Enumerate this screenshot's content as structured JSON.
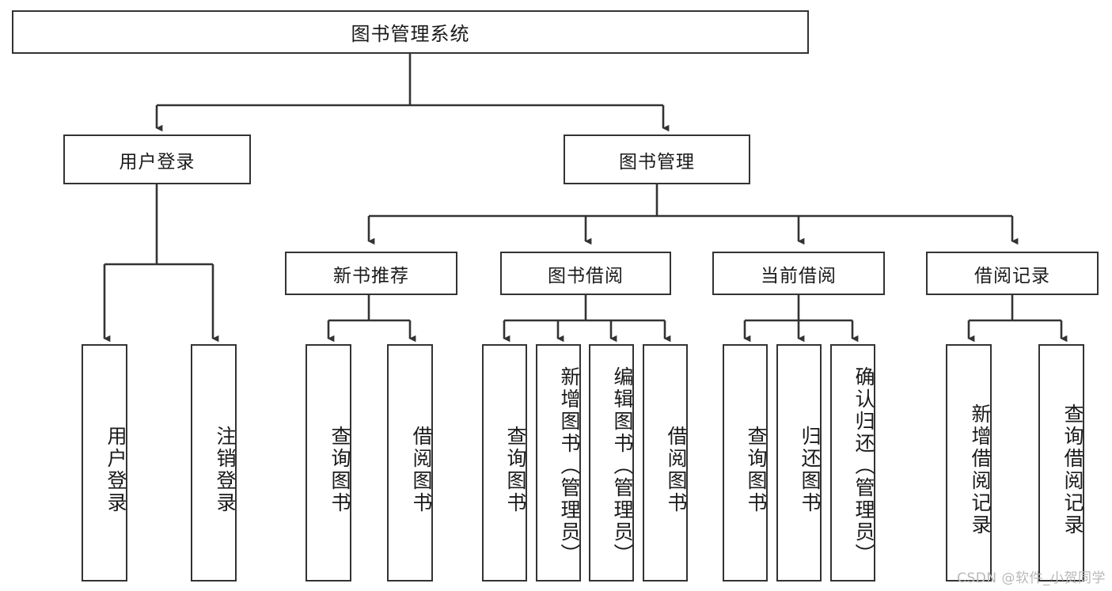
{
  "diagram": {
    "title": "图书管理系统",
    "type": "tree-hierarchy-diagram",
    "colors": {
      "stroke": "#333333",
      "fill": "#ffffff",
      "text": "#1a1a1a",
      "watermark": "#b8b8b8"
    },
    "root": {
      "label": "图书管理系统"
    },
    "level2": [
      {
        "label": "用户登录"
      },
      {
        "label": "图书管理"
      }
    ],
    "level3": [
      {
        "label": "新书推荐"
      },
      {
        "label": "图书借阅"
      },
      {
        "label": "当前借阅"
      },
      {
        "label": "借阅记录"
      }
    ],
    "leaves": {
      "user_login": [
        {
          "label": "用户登录"
        },
        {
          "label": "注销登录"
        }
      ],
      "new_book_rec": [
        {
          "label": "查询图书"
        },
        {
          "label": "借阅图书"
        }
      ],
      "book_borrow": [
        {
          "label": "查询图书"
        },
        {
          "label": "新增图书（管理员）"
        },
        {
          "label": "编辑图书（管理员）"
        },
        {
          "label": "借阅图书"
        }
      ],
      "current_borrow": [
        {
          "label": "查询图书"
        },
        {
          "label": "归还图书"
        },
        {
          "label": "确认归还（管理员）"
        }
      ],
      "borrow_record": [
        {
          "label": "新增借阅记录"
        },
        {
          "label": "查询借阅记录"
        }
      ]
    }
  },
  "watermark": {
    "text": "CSDN @软件_小贺同学"
  }
}
